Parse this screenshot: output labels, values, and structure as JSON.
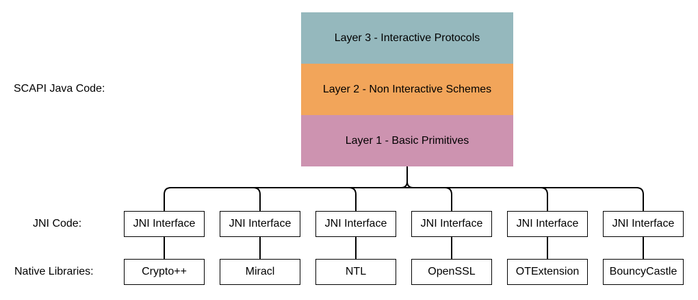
{
  "labels": {
    "java_code": "SCAPI Java Code:",
    "jni_code": "JNI Code:",
    "native_libraries": "Native Libraries:"
  },
  "layers": [
    {
      "label": "Layer 3 - Interactive Protocols",
      "color": "#95b8bd"
    },
    {
      "label": "Layer 2 - Non Interactive Schemes",
      "color": "#f2a55a"
    },
    {
      "label": "Layer 1 - Basic Primitives",
      "color": "#cd93b0"
    }
  ],
  "jni_interfaces": [
    "JNI Interface",
    "JNI Interface",
    "JNI Interface",
    "JNI Interface",
    "JNI Interface",
    "JNI Interface"
  ],
  "native_libraries": [
    "Crypto++",
    "Miracl",
    "NTL",
    "OpenSSL",
    "OTExtension",
    "BouncyCastle"
  ]
}
